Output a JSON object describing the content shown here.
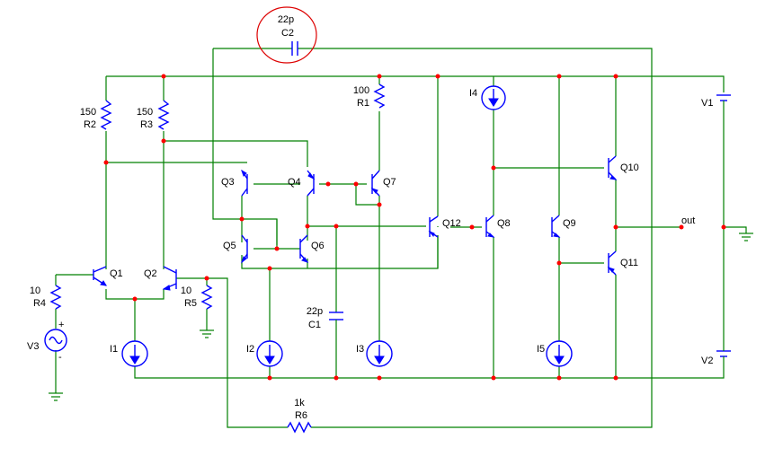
{
  "colors": {
    "wire": "#008000",
    "device": "#0000ff",
    "node": "#ff0000",
    "highlight": "#dd0000",
    "text": "#000000",
    "background": "#ffffff"
  },
  "components": {
    "C2": {
      "value": "22p",
      "ref": "C2"
    },
    "C1": {
      "value": "22p",
      "ref": "C1"
    },
    "R1": {
      "value": "100",
      "ref": "R1"
    },
    "R2": {
      "value": "150",
      "ref": "R2"
    },
    "R3": {
      "value": "150",
      "ref": "R3"
    },
    "R4": {
      "value": "10",
      "ref": "R4"
    },
    "R5": {
      "value": "10",
      "ref": "R5"
    },
    "R6": {
      "value": "1k",
      "ref": "R6"
    },
    "Q1": "Q1",
    "Q2": "Q2",
    "Q3": "Q3",
    "Q4": "Q4",
    "Q5": "Q5",
    "Q6": "Q6",
    "Q7": "Q7",
    "Q8": "Q8",
    "Q9": "Q9",
    "Q10": "Q10",
    "Q11": "Q11",
    "Q12": "Q12",
    "I1": "I1",
    "I2": "I2",
    "I3": "I3",
    "I4": "I4",
    "I5": "I5",
    "V1": "V1",
    "V2": "V2",
    "V3": "V3",
    "out": "out",
    "v3_plus": "+",
    "v3_minus": "-"
  }
}
